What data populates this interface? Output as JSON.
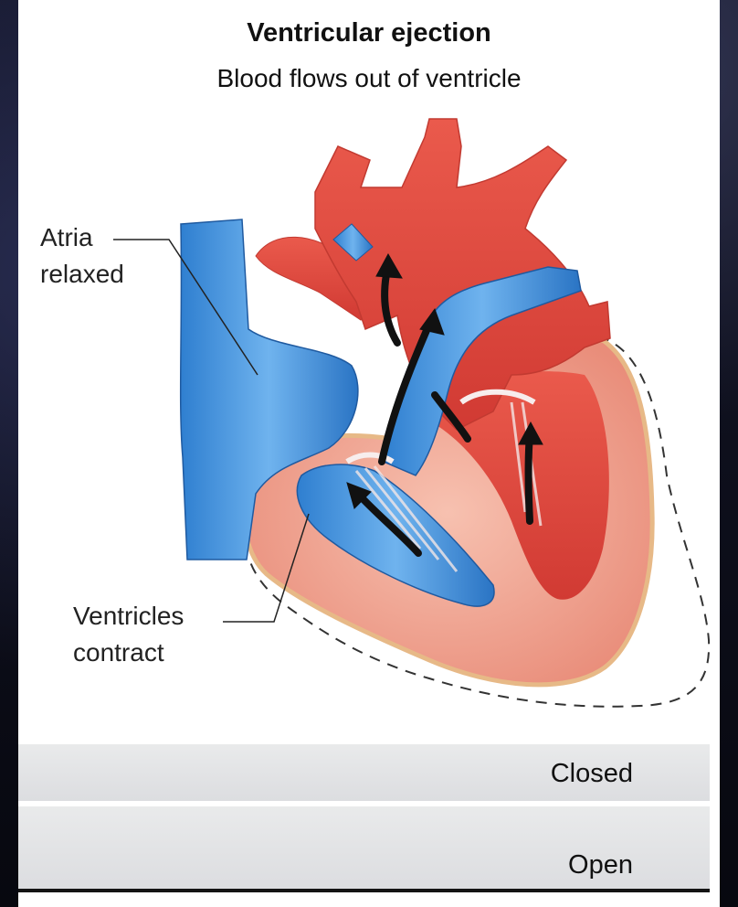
{
  "title": "Ventricular ejection",
  "subtitle": "Blood flows out of ventricle",
  "labels": {
    "atria": [
      "Atria",
      "relaxed"
    ],
    "ventricles": [
      "Ventricles",
      "contract"
    ]
  },
  "valves": {
    "row1": "Closed",
    "row2": "Open"
  },
  "colors": {
    "oxygenated": "#e0493f",
    "deoxygenated": "#3f8fd8",
    "myocardium": "#f1a592",
    "arrow": "#111111"
  }
}
